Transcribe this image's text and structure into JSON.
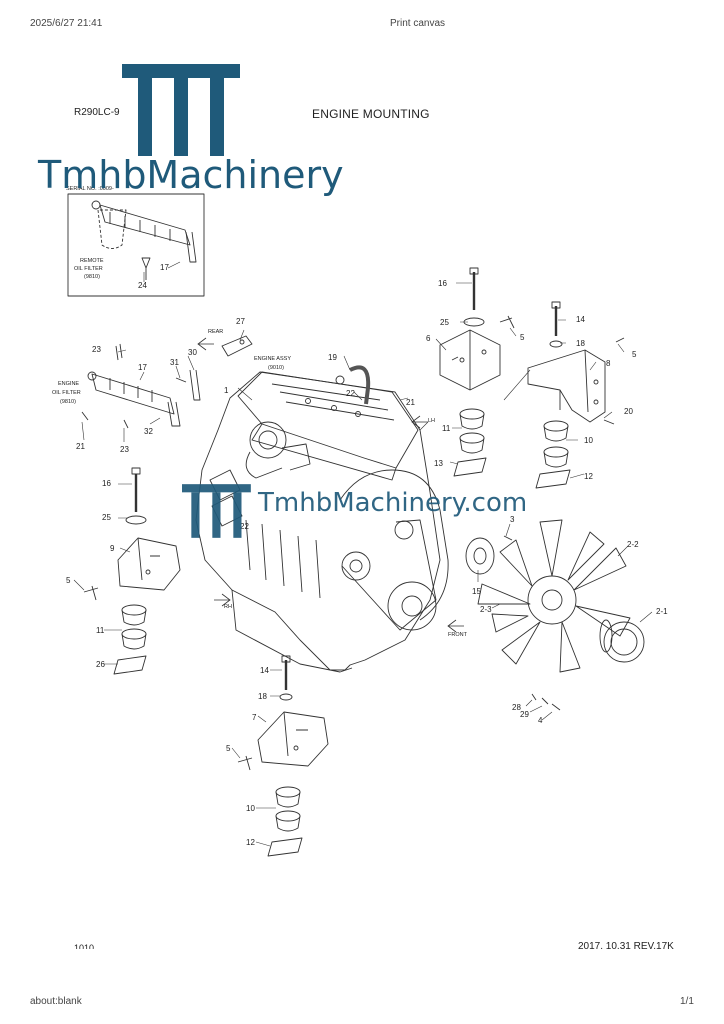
{
  "browser": {
    "timestamp": "2025/6/27 21:41",
    "page_title": "Print canvas",
    "url": "about:blank",
    "page_count": "1/1"
  },
  "sheet": {
    "model": "R290LC-9",
    "title": "ENGINE MOUNTING",
    "page_number": "1010",
    "revision": "2017. 10.31  REV.17K"
  },
  "watermark": {
    "brand": "TmhbMachinery",
    "site": "TmhbMachinery.com",
    "color": "#1f5a7a"
  },
  "inset": {
    "caption": "SERIAL NO. :0009-",
    "remote_filter_line1": "REMOTE",
    "remote_filter_line2": "OIL FILTER",
    "remote_filter_line3": "(9810)"
  },
  "callouts": {
    "engine_filter_1": "ENGINE",
    "engine_filter_2": "OIL FILTER",
    "engine_filter_3": "(9810)",
    "engine_assy_1": "ENGINE ASSY",
    "engine_assy_2": "(9010)",
    "rear": "REAR",
    "rh": "RH",
    "lh": "LH",
    "front": "FRONT"
  },
  "parts": {
    "p1": "1",
    "p2_1": "2-1",
    "p2_2": "2-2",
    "p2_3": "2-3",
    "p3": "3",
    "p4": "4",
    "p5": "5",
    "p6": "6",
    "p7": "7",
    "p8": "8",
    "p9": "9",
    "p10": "10",
    "p11": "11",
    "p12": "12",
    "p13": "13",
    "p14": "14",
    "p15": "15",
    "p16": "16",
    "p17": "17",
    "p18": "18",
    "p19": "19",
    "p20": "20",
    "p21": "21",
    "p22": "22",
    "p23": "23",
    "p24": "24",
    "p25": "25",
    "p26": "26",
    "p27": "27",
    "p28": "28",
    "p29": "29",
    "p30": "30",
    "p31": "31",
    "p32": "32"
  }
}
